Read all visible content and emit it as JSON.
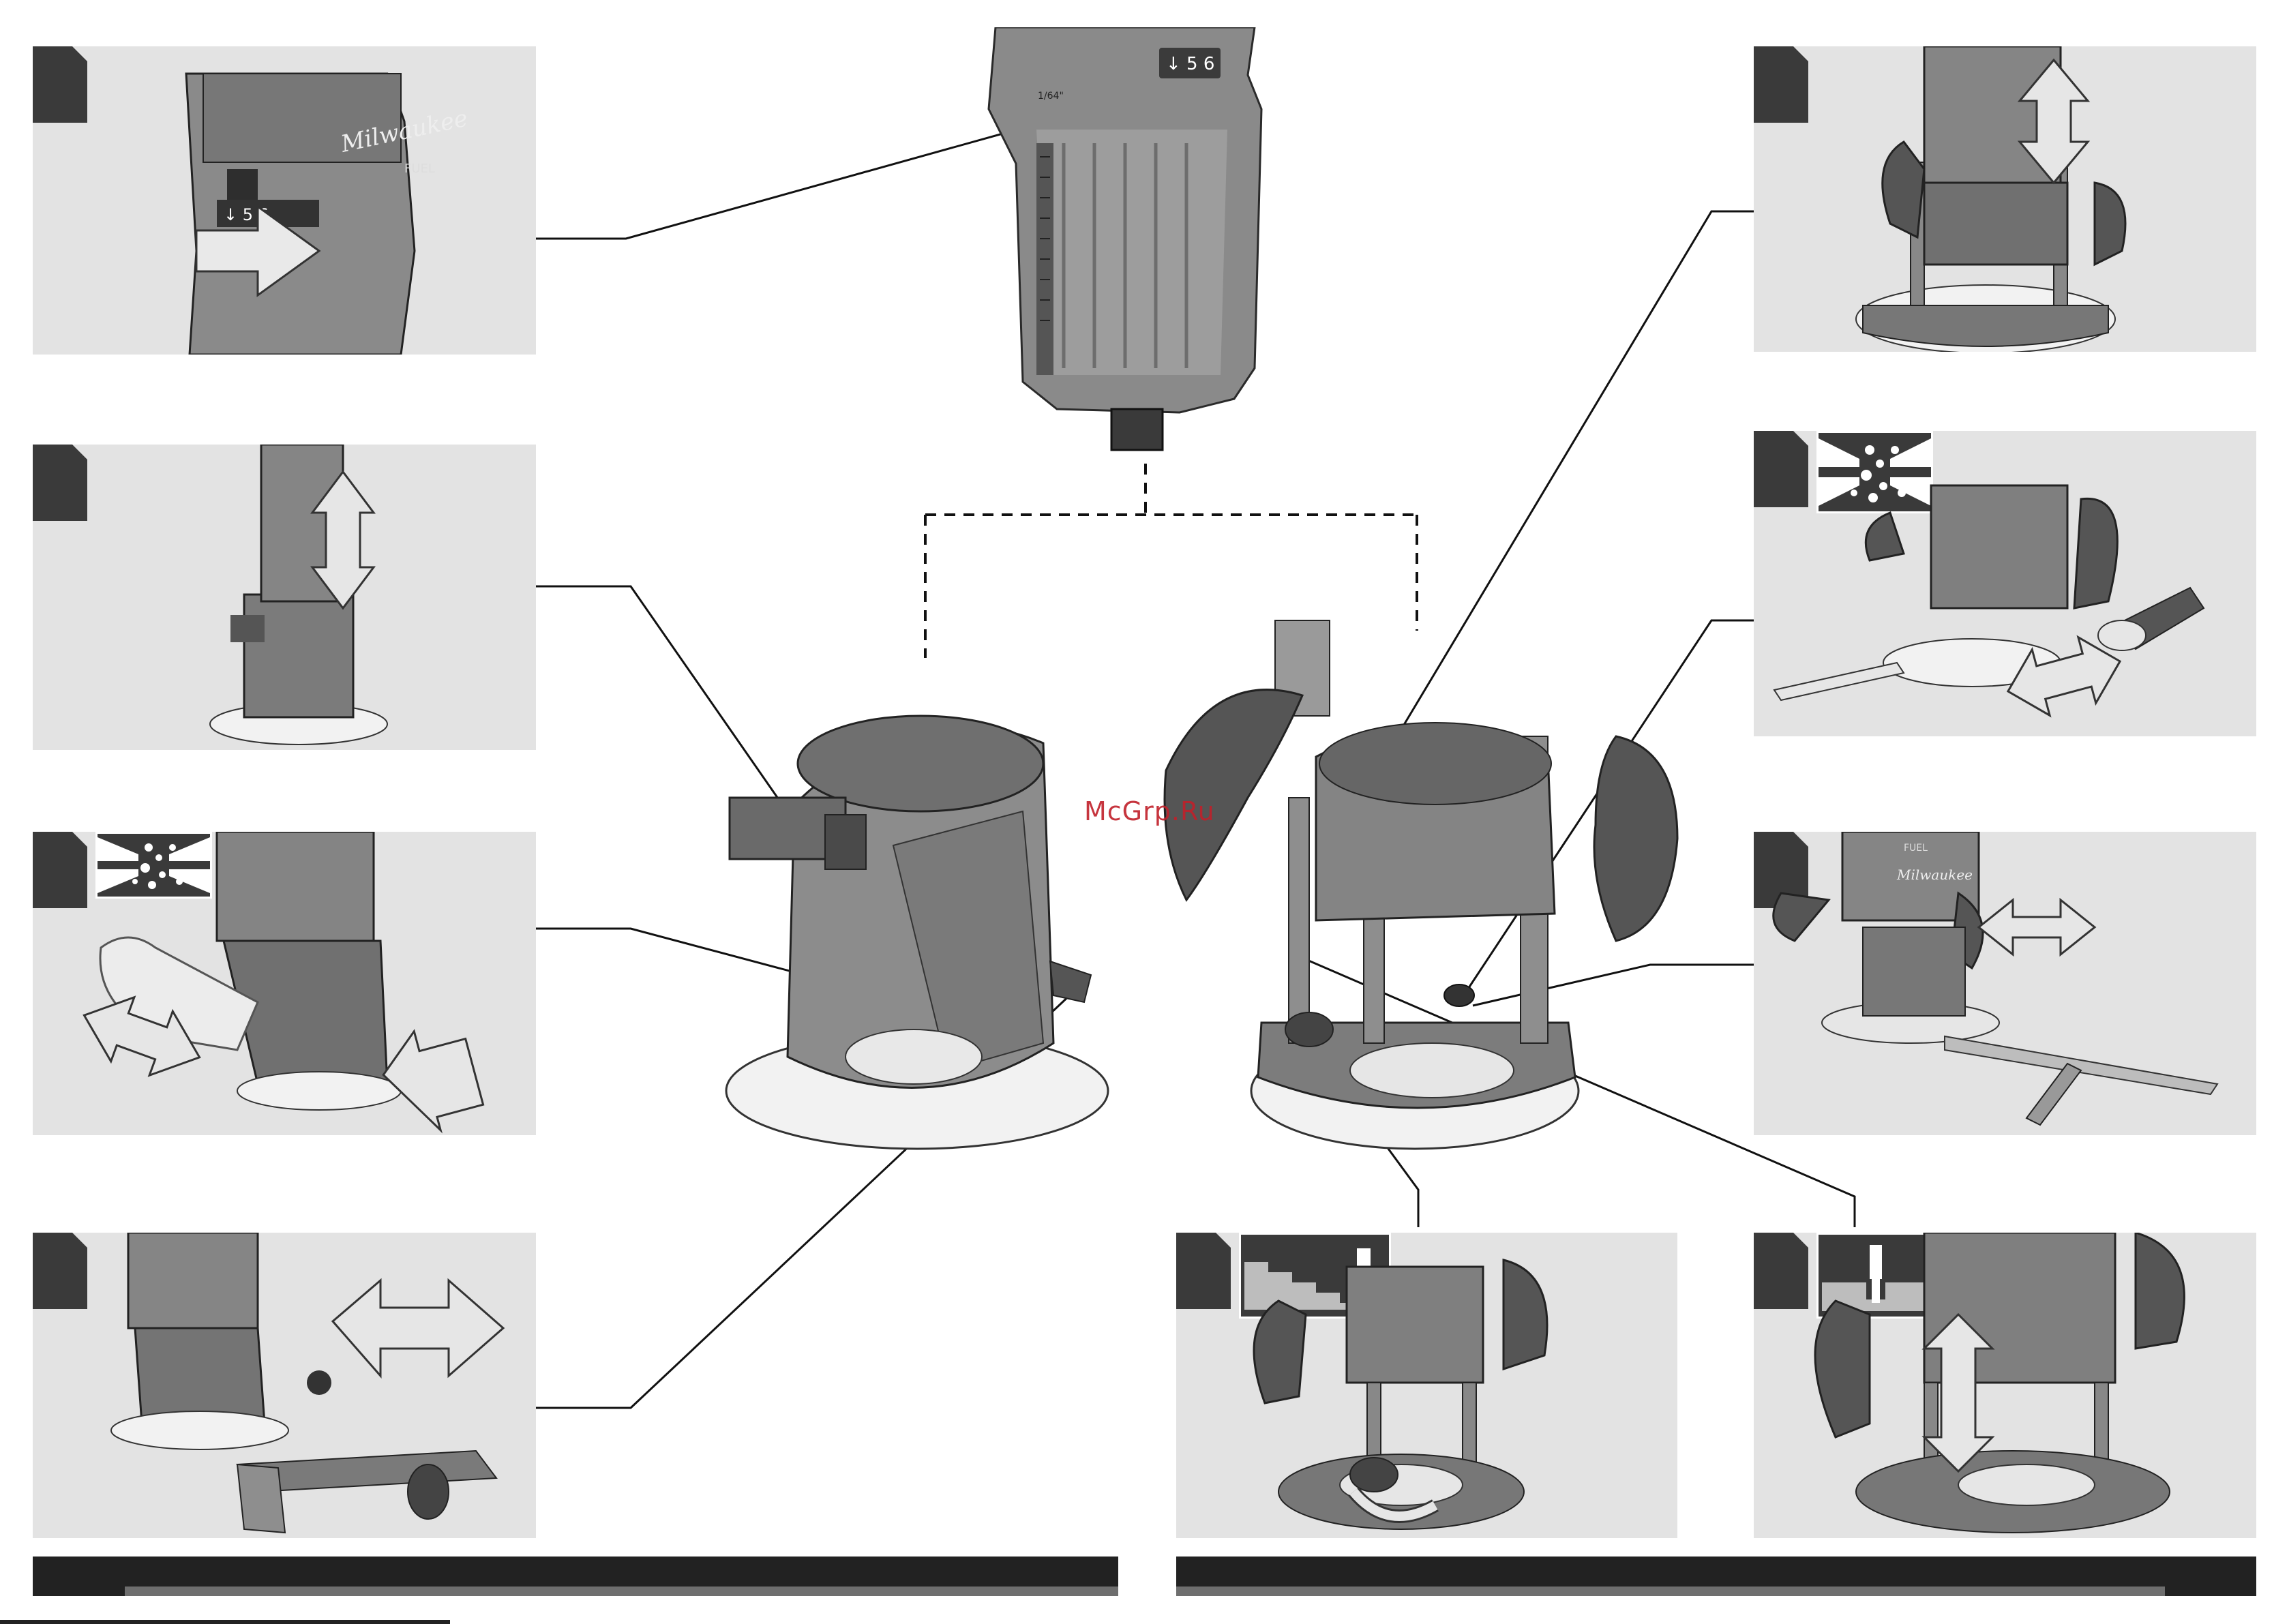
{
  "watermark": "McGrp.Ru",
  "tool_labels": {
    "brand": "Milwaukee",
    "series": "FUEL",
    "speed_dial": "↓ 5 6",
    "depth_scale": "1/64\""
  },
  "panels": [
    {
      "id": "left-1",
      "content": "Milwaukee trimmer motor with speed dial and release arrow"
    },
    {
      "id": "left-2",
      "content": "Motor inserted into fixed base, up/down arrow"
    },
    {
      "id": "left-3",
      "content": "Dust extraction adapter attachment"
    },
    {
      "id": "left-4",
      "content": "Edge guide attachment on fixed base"
    },
    {
      "id": "right-1",
      "content": "Plunge base depth adjustment"
    },
    {
      "id": "right-2",
      "content": "Plunge base dust extraction and edge guide"
    },
    {
      "id": "right-3",
      "content": "Plunge base with edge guide"
    },
    {
      "id": "bottom-1",
      "content": "Depth stop turret rotation"
    },
    {
      "id": "bottom-2",
      "content": "Plunge depth locking"
    }
  ]
}
